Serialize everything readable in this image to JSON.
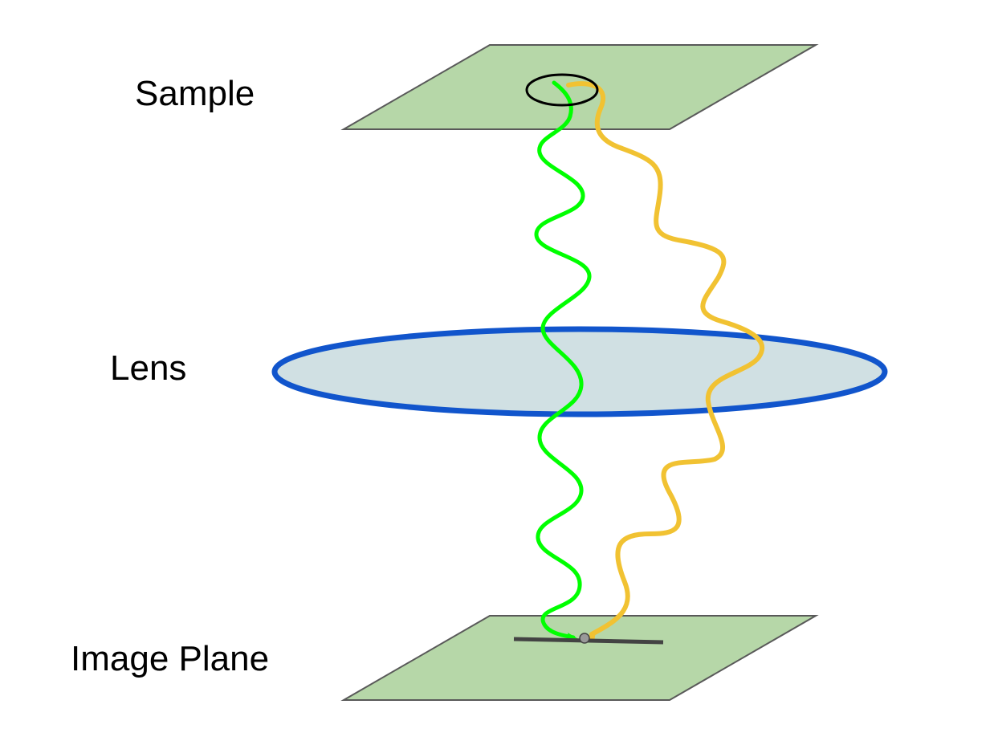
{
  "labels": {
    "sample": "Sample",
    "lens": "Lens",
    "image_plane": "Image Plane"
  },
  "colors": {
    "plane_fill": "#b6d7a8",
    "plane_stroke": "#595959",
    "lens_fill": "#d0e0e3",
    "lens_stroke": "#1155cc",
    "green_ray": "#00ff00",
    "orange_ray": "#f1c232",
    "sensor_line": "#434343",
    "focus_dot": "#999999"
  }
}
